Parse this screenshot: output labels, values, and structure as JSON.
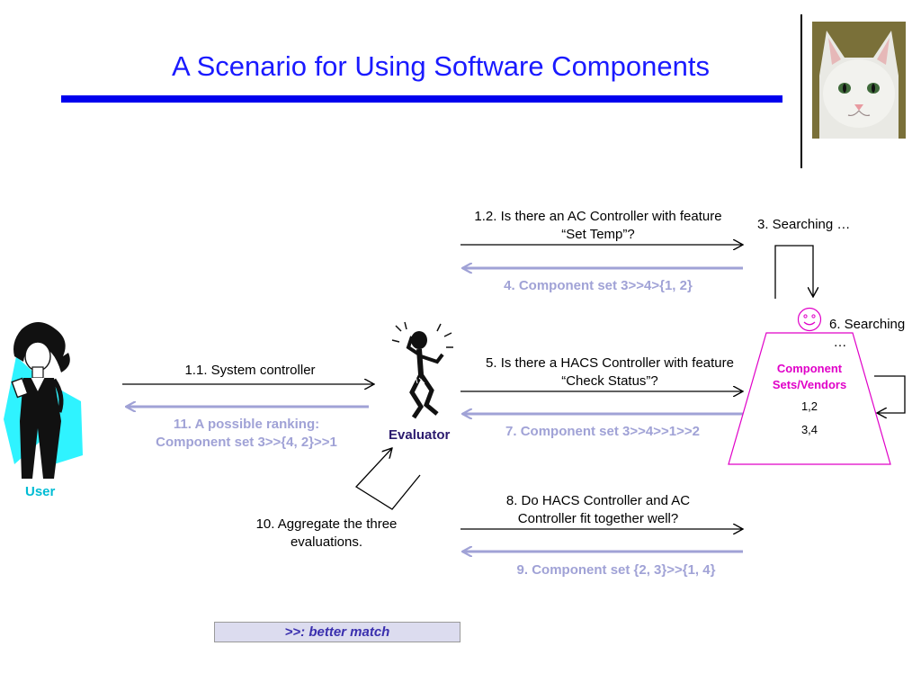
{
  "slide": {
    "title": "A Scenario for Using Software Components"
  },
  "actors": {
    "user_label": "User",
    "evaluator_label": "Evaluator",
    "db_title": "Component Sets/Vendors",
    "db_items": [
      "1,2",
      "3,4"
    ]
  },
  "steps": {
    "s1_1": "1.1. System controller",
    "s1_2_line1": "1.2. Is there an AC Controller with feature",
    "s1_2_line2": "“Set Temp”?",
    "s3": "3. Searching …",
    "s4": "4. Component set 3>>4>{1, 2}",
    "s5_line1": "5. Is there a HACS Controller with feature",
    "s5_line2": "“Check Status”?",
    "s6_line1": "6. Searching",
    "s6_line2": "…",
    "s7": "7. Component set 3>>4>>1>>2",
    "s8_line1": "8. Do HACS Controller and AC",
    "s8_line2": "Controller fit together well?",
    "s9": "9. Component set {2, 3}>>{1, 4}",
    "s10_line1": "10. Aggregate the three",
    "s10_line2": "evaluations.",
    "s11_line1": "11. A possible ranking:",
    "s11_line2": "Component set 3>>{4, 2}>>1"
  },
  "legend": {
    "text": ">>: better match"
  },
  "colors": {
    "title": "#1a1aff",
    "reply": "#a0a2d6",
    "user_label": "#00bcd4",
    "evaluator_label": "#2b1a6e",
    "db_border": "#e000c8",
    "db_title": "#e000c8"
  },
  "icons": {
    "user": "woman-on-phone-icon",
    "evaluator": "thinking-stick-figure-icon",
    "smiley": "smiley-icon",
    "photo": "white-cat-photo"
  }
}
